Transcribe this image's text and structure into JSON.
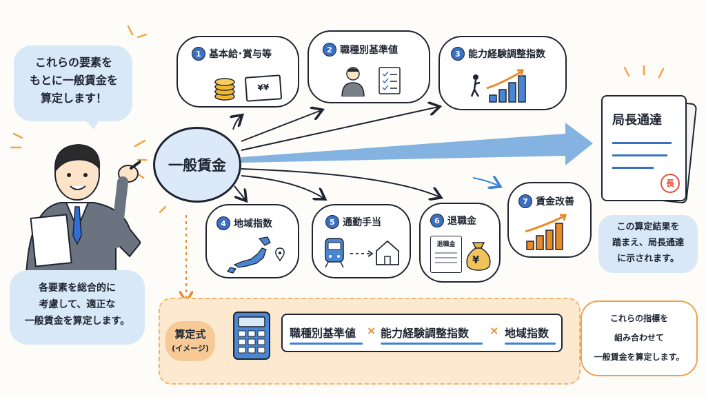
{
  "speech_bubble": {
    "line1": "これらの要素を",
    "line2": "もとに一般賃金を",
    "line3": "算定します！"
  },
  "bottom_left_bubble": {
    "line1": "各要素を総合的に",
    "line2": "考慮して、適正な",
    "line3": "一般賃金を算定します。"
  },
  "center": {
    "label": "一般賃金"
  },
  "factors": [
    {
      "number": "1",
      "label": "基本給･賞与等",
      "note": "¥¥"
    },
    {
      "number": "2",
      "label": "職種別基準値"
    },
    {
      "number": "3",
      "label": "能力経験調整指数"
    },
    {
      "number": "4",
      "label": "地域指数"
    },
    {
      "number": "5",
      "label": "通勤手当"
    },
    {
      "number": "6",
      "label": "退職金",
      "doc_label": "退職金",
      "bag_symbol": "¥"
    },
    {
      "number": "7",
      "label": "賃金改善"
    }
  ],
  "director_notice": {
    "title": "局長通達",
    "stamp": "長",
    "caption_line1": "この算定結果を",
    "caption_line2": "踏まえ、局長通達",
    "caption_line3": "に示されます。"
  },
  "formula": {
    "label_line1": "算定式",
    "label_line2": "(イメージ)",
    "term1": "職種別基準値",
    "term2": "能力経験調整指数",
    "term3": "地域指数",
    "operator": "×"
  },
  "formula_note": {
    "line1": "これらの指標を",
    "line2": "組み合わせて",
    "line3": "一般賃金を算定します。"
  },
  "colors": {
    "accent_blue": "#3a6fc4",
    "bubble_blue": "#d8e8f7",
    "accent_orange": "#e88a2a"
  }
}
